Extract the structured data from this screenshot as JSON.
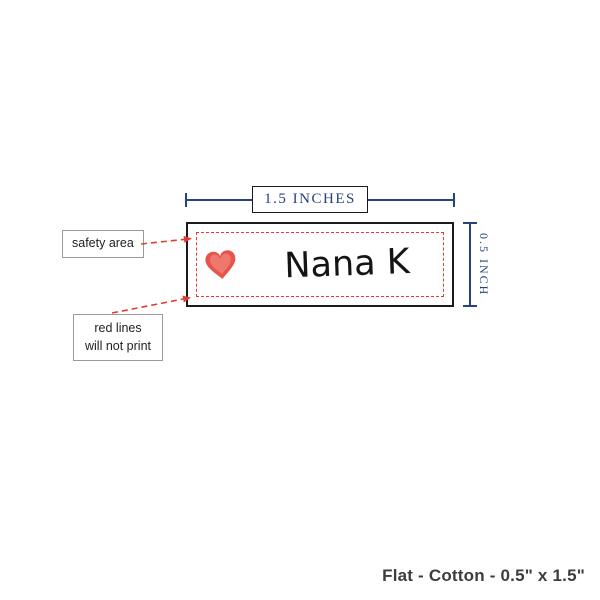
{
  "dimensions": {
    "width_label": "1.5 INCHES",
    "height_label": "0.5 INCH"
  },
  "label": {
    "name_text": "Nana K",
    "heart_icon": "watercolor-heart"
  },
  "callouts": {
    "safety_area": "safety area",
    "red_lines_1": "red lines",
    "red_lines_2": "will not print"
  },
  "footer": {
    "caption": "Flat - Cotton - 0.5\" x 1.5\""
  },
  "colors": {
    "background": "#ffffff",
    "dimension_navy": "#27427c",
    "accent_red": "#e23d2e",
    "outline_dark": "#1a1a1a",
    "text_dark": "#222222",
    "footer_gray": "#3d3d3d",
    "callout_border": "#9a9a9a",
    "heart_fill": "#e8544a"
  }
}
